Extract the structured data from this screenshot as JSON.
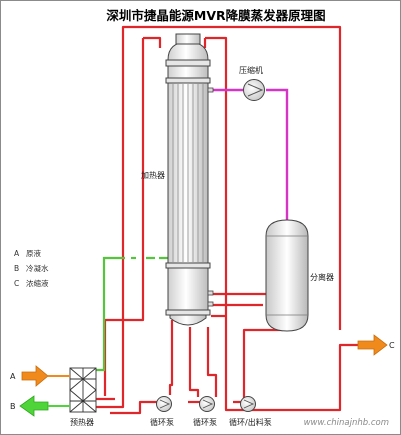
{
  "title": "深圳市捷晶能源MVR降膜蒸发器原理图",
  "colors": {
    "circulation": "#e0262b",
    "compressor_line": "#d634c4",
    "condensate": "#56c53e",
    "feed_arrow": "#f08a1c",
    "discharge_arrow": "#4fd43a",
    "equipment_fill": "#ffffff",
    "equipment_stroke": "#444444"
  },
  "equipment": {
    "compressor": "压缩机",
    "heater": "加热器",
    "separator": "分离器",
    "preheater": "预热器"
  },
  "pumps": {
    "pump1": "循环泵",
    "pump2": "循环泵",
    "pump3": "循环/出料泵"
  },
  "legend": [
    {
      "key": "A",
      "text": "原液"
    },
    {
      "key": "B",
      "text": "冷凝水"
    },
    {
      "key": "C",
      "text": "浓缩液"
    }
  ],
  "ports": {
    "a": "A",
    "b": "B",
    "c": "C"
  },
  "watermark": "www.chinajnhb.com"
}
